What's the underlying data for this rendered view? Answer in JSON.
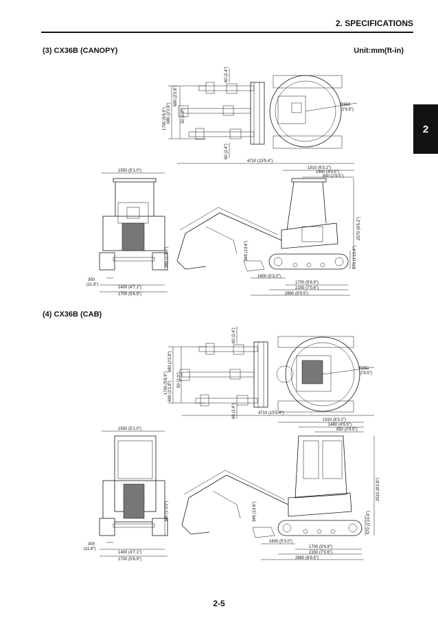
{
  "header": {
    "title": "2. SPECIFICATIONS"
  },
  "side_tab": {
    "label": "2"
  },
  "unit_label": "Unit:mm(ft-in)",
  "page_number": "2-5",
  "sections": [
    {
      "title": "(3)  CX36B (CANOPY)",
      "top_view": {
        "dims": [
          "1700 (5'6.9\")",
          "680 (2'2.8\")",
          "680 (2'2.8\")",
          "50 (2.0\")",
          "60 (2.4\")",
          "60 (2.4\")",
          "R850",
          "(2'9.5\")"
        ]
      },
      "front_view": {
        "dims": [
          "1550 (5'1.0\")",
          "380 (1'3.0\")",
          "300",
          "(11.8\")",
          "1400 (4'7.1\")",
          "1700 (5'6.9\")"
        ]
      },
      "side_view": {
        "dims": [
          "4710 (15'5.4\")",
          "1910 (6'3.2\")",
          "1460 (4'9.5\")",
          "850 (2'9.5\")",
          "2570 (8'5.2\")",
          "345 (13.6\")",
          "570 (1'10.4\")",
          "1600 (5'3.0\")",
          "1700 (5'6.9\")",
          "2150 (7'0.6\")",
          "2680 (8'9.5\")"
        ]
      }
    },
    {
      "title": "(4)  CX36B (CAB)",
      "top_view": {
        "dims": [
          "1700 (5'6.9\")",
          "680 (2'2.8\")",
          "680 (2'2.8\")",
          "50 (2.0\")",
          "60 (2.4\")",
          "60 (2.4\")",
          "R850",
          "(2'9.5\")"
        ]
      },
      "front_view": {
        "dims": [
          "1550 (5'1.0\")",
          "380 (1'3.0\")",
          "300",
          "(11.8\")",
          "1400 (4'7.1\")",
          "1700 (5'6.9\")"
        ]
      },
      "side_view": {
        "dims": [
          "4710 (15'5.4\")",
          "1910 (6'3.2\")",
          "1460 (4'9.5\")",
          "850 (2'9.5\")",
          "2510 (8'2.8\")",
          "345 (13.6\")",
          "570 (1'10.4\")",
          "1600 (5'3.0\")",
          "1700 (5'6.9\")",
          "2150 (7'0.6\")",
          "2680 (8'9.5\")"
        ]
      }
    }
  ]
}
